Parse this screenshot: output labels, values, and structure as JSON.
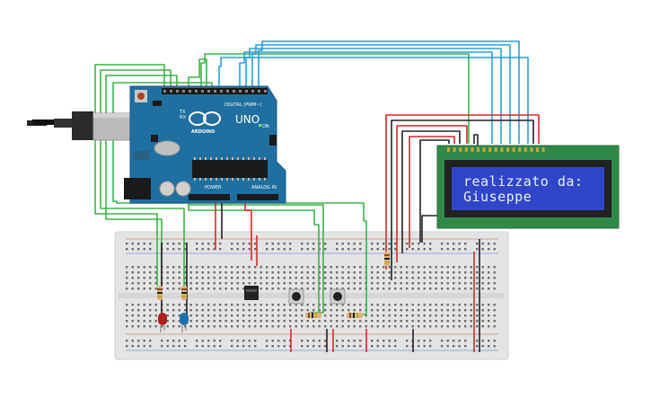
{
  "board": {
    "model_label": "UNO",
    "brand_label": "ARDUINO",
    "digital_header_label": "DIGITAL (PWM~)",
    "power_header_label": "POWER",
    "analog_header_label": "ANALOG IN",
    "on_label": "ON",
    "tx_label": "TX",
    "rx_label": "RX"
  },
  "lcd": {
    "line1": "realizzato da:",
    "line2": "Giuseppe"
  },
  "colors": {
    "board": "#1f6fa0",
    "lcd_screen": "#2f46c8",
    "lcd_pcb": "#2f8a4a",
    "breadboard": "#e4e4e4",
    "wire_green": "#3db34a",
    "wire_blue": "#2a9fd6",
    "wire_red": "#d42a2a",
    "wire_black": "#222222"
  },
  "components": {
    "led_red": "led-red",
    "led_blue": "led-blue",
    "sensor_chip": "temperature-sensor",
    "button_left": "pushbutton-left",
    "button_right": "pushbutton-right",
    "usb_plug": "usb-cable-icon"
  }
}
